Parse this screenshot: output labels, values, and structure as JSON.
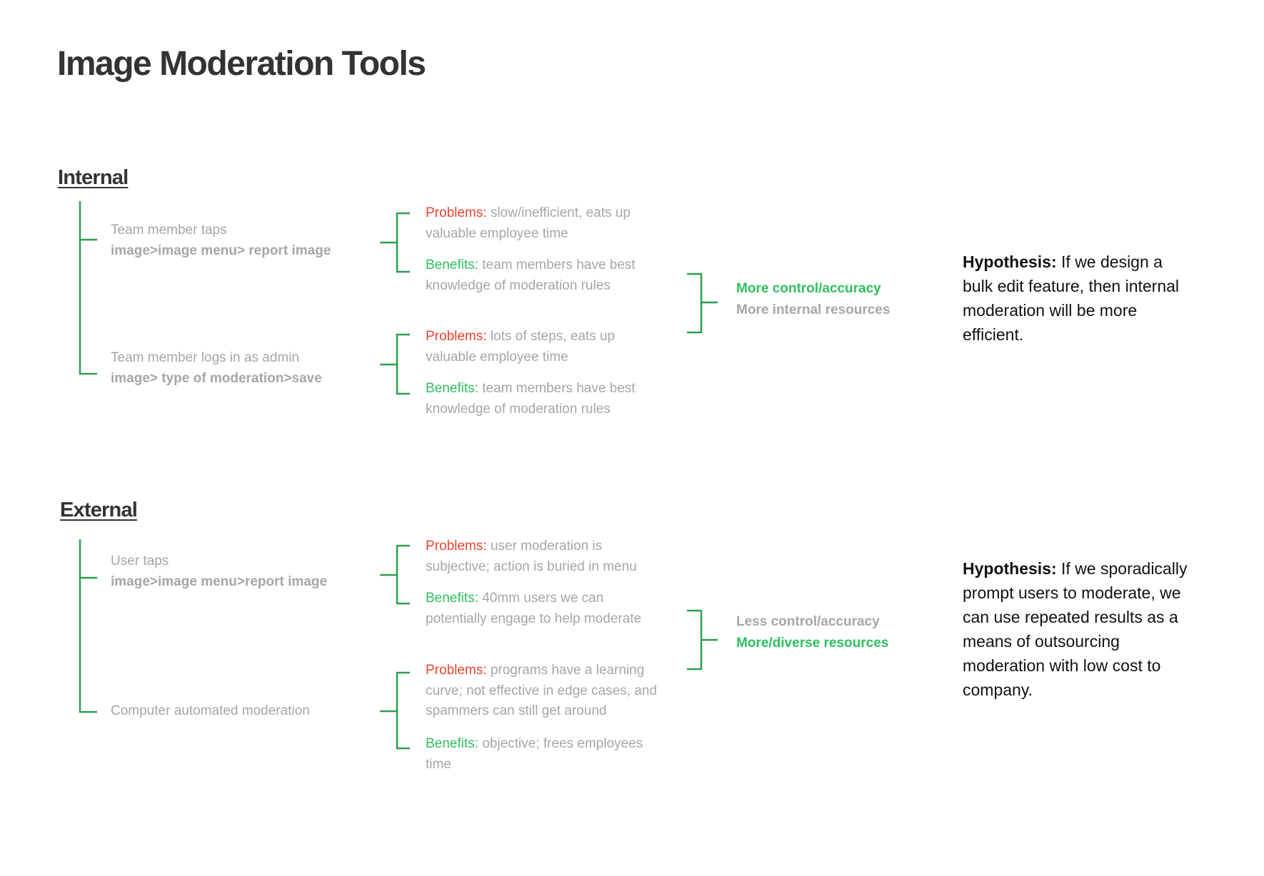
{
  "title": "Image Moderation Tools",
  "colors": {
    "problem": "#e8432f",
    "benefit": "#2fbf5e",
    "bracket": "#2e9e4f",
    "muted": "#a6a6a6",
    "heading": "#333333"
  },
  "internal": {
    "heading": "Internal",
    "methods": [
      {
        "line1": "Team member taps",
        "line2": "image>image menu> report image"
      },
      {
        "line1": "Team member logs in as admin",
        "line2": "image> type of moderation>save"
      }
    ],
    "method_pros_cons": [
      {
        "problems_label": "Problems:",
        "problems_text": "slow/inefficient, eats up valuable employee time",
        "benefits_label": "Benefits:",
        "benefits_text": "team members have best knowledge of moderation rules"
      },
      {
        "problems_label": "Problems:",
        "problems_text": "lots of steps, eats up valuable employee time",
        "benefits_label": "Benefits:",
        "benefits_text": "team members have best knowledge of moderation rules"
      }
    ],
    "outcome_1": "More control/accuracy",
    "outcome_2": "More internal resources",
    "hypothesis_label": "Hypothesis:",
    "hypothesis_text": "If we design a bulk edit feature, then internal moderation will be more efficient."
  },
  "external": {
    "heading": "External",
    "methods": [
      {
        "line1": "User taps",
        "line2": "image>image menu>report image"
      },
      {
        "line1": "Computer automated moderation"
      }
    ],
    "method_pros_cons": [
      {
        "problems_label": "Problems:",
        "problems_text": "user moderation is subjective; action is buried in menu",
        "benefits_label": "Benefits:",
        "benefits_text": "40mm users we can potentially engage to help moderate"
      },
      {
        "problems_label": "Problems:",
        "problems_text": "programs have a learning curve; not effective in edge cases, and spammers can still get around",
        "benefits_label": "Benefits:",
        "benefits_text": "objective; frees employees time"
      }
    ],
    "outcome_1": "Less control/accuracy",
    "outcome_2": "More/diverse resources",
    "hypothesis_label": "Hypothesis:",
    "hypothesis_text": "If we sporadically prompt users to moderate, we can use repeated results as a means of outsourcing moderation with low cost to company."
  }
}
